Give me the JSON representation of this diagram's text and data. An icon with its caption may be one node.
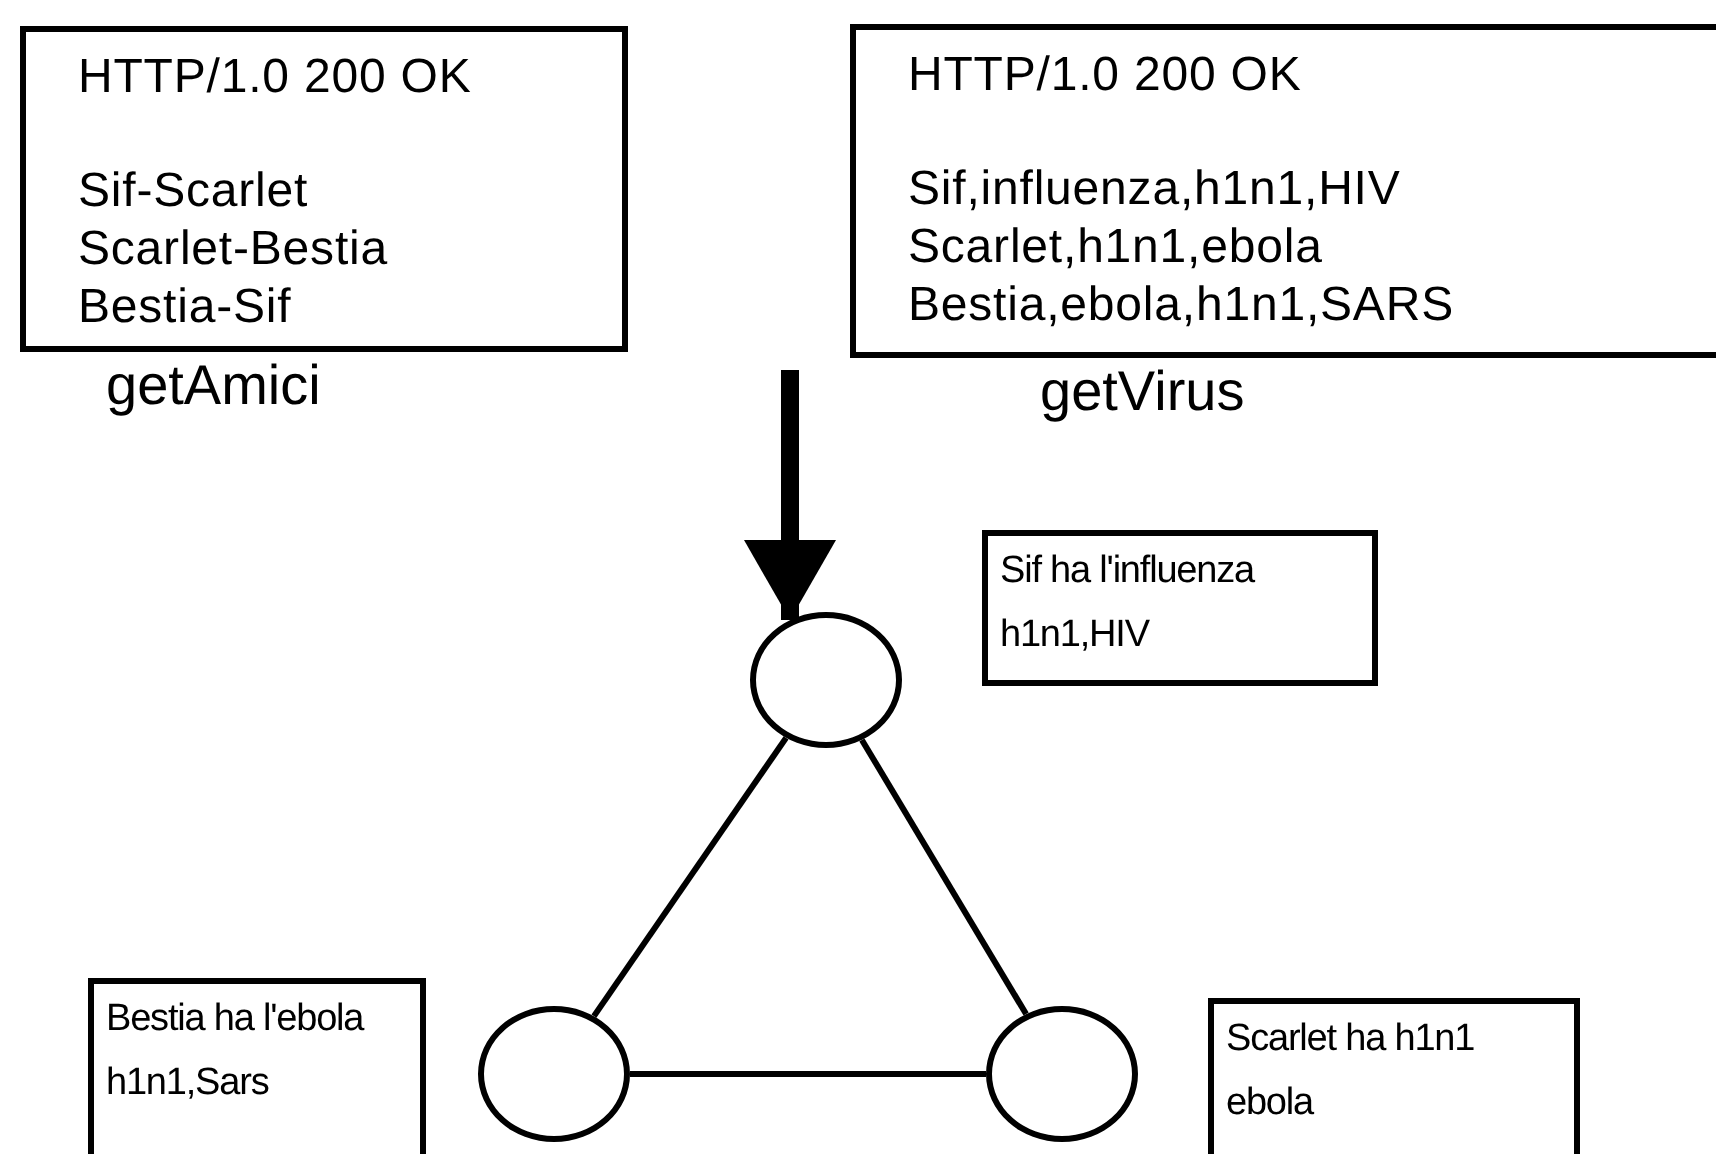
{
  "diagram": {
    "nodes": [
      {
        "text": [
          "HTTP/1.0 200 OK",
          "Sif-Scarlet",
          "Scarlet-Bestia",
          "Bestia-Sif"
        ],
        "beside": [
          "getAmici"
        ]
      },
      {
        "text": [
          "HTTP/1.0 200 OK",
          "Sif,influenza,h1n1,HIV",
          "Scarlet,h1n1,ebola",
          "Bestia,ebola,h1n1,SARS"
        ],
        "beside": [
          "getVirus"
        ]
      },
      {
        "text": [
          "Sif ha l'influenza h1n1,HIV"
        ]
      },
      {
        "text": [],
        "shape": "circle"
      },
      {
        "text": [
          "Bestia ha l'ebola h1n1,Sars"
        ]
      },
      {
        "text": [],
        "shape": "circle"
      },
      {
        "text": [],
        "shape": "circle"
      },
      {
        "text": [
          "Scarlet ha h1n1 ebola"
        ]
      }
    ],
    "edges": [
      {
        "from": null,
        "to": 3,
        "arrow": "to",
        "style": "thick"
      },
      {
        "from": 3,
        "to": 5,
        "arrow": "none"
      },
      {
        "from": 3,
        "to": 6,
        "arrow": "none"
      },
      {
        "from": 5,
        "to": 6,
        "arrow": "none"
      }
    ]
  }
}
